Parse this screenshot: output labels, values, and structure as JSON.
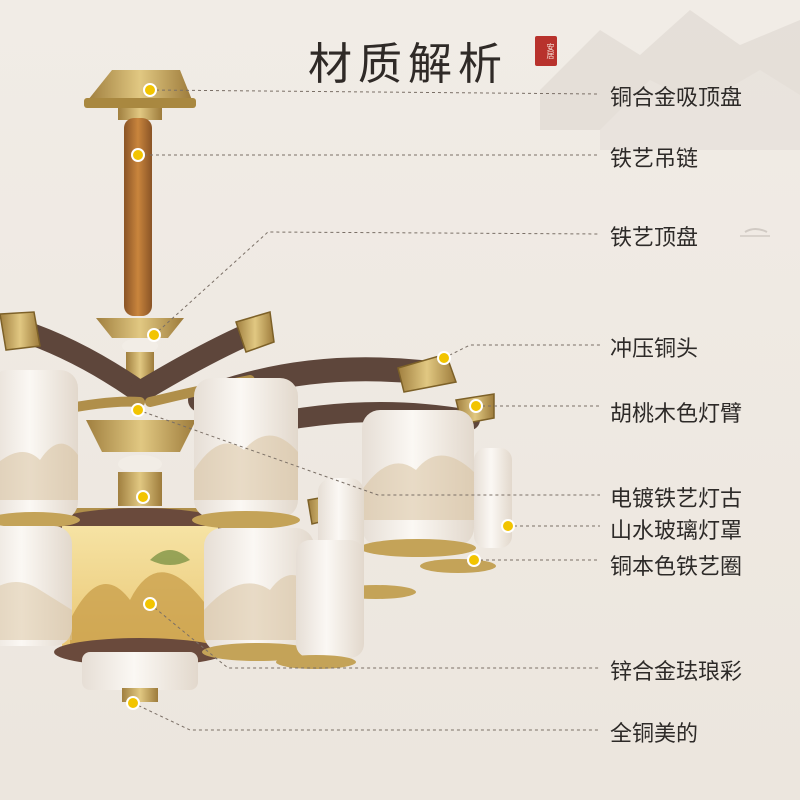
{
  "header": {
    "title": "材质解析",
    "seal_text": "安居"
  },
  "labels": [
    "铜合金吸顶盘",
    "铁艺吊链",
    "铁艺顶盘",
    "冲压铜头",
    "胡桃木色灯臂",
    "电镀铁艺灯古",
    "山水玻璃灯罩",
    "铜本色铁艺圈",
    "锌合金珐琅彩",
    "全铜美的"
  ],
  "colors": {
    "background": "#efe9e2",
    "brass": "#c9a85e",
    "walnut": "#5e463b",
    "glass": "#f4efe8",
    "marker": "#f2c400",
    "seal": "#b8322c"
  }
}
